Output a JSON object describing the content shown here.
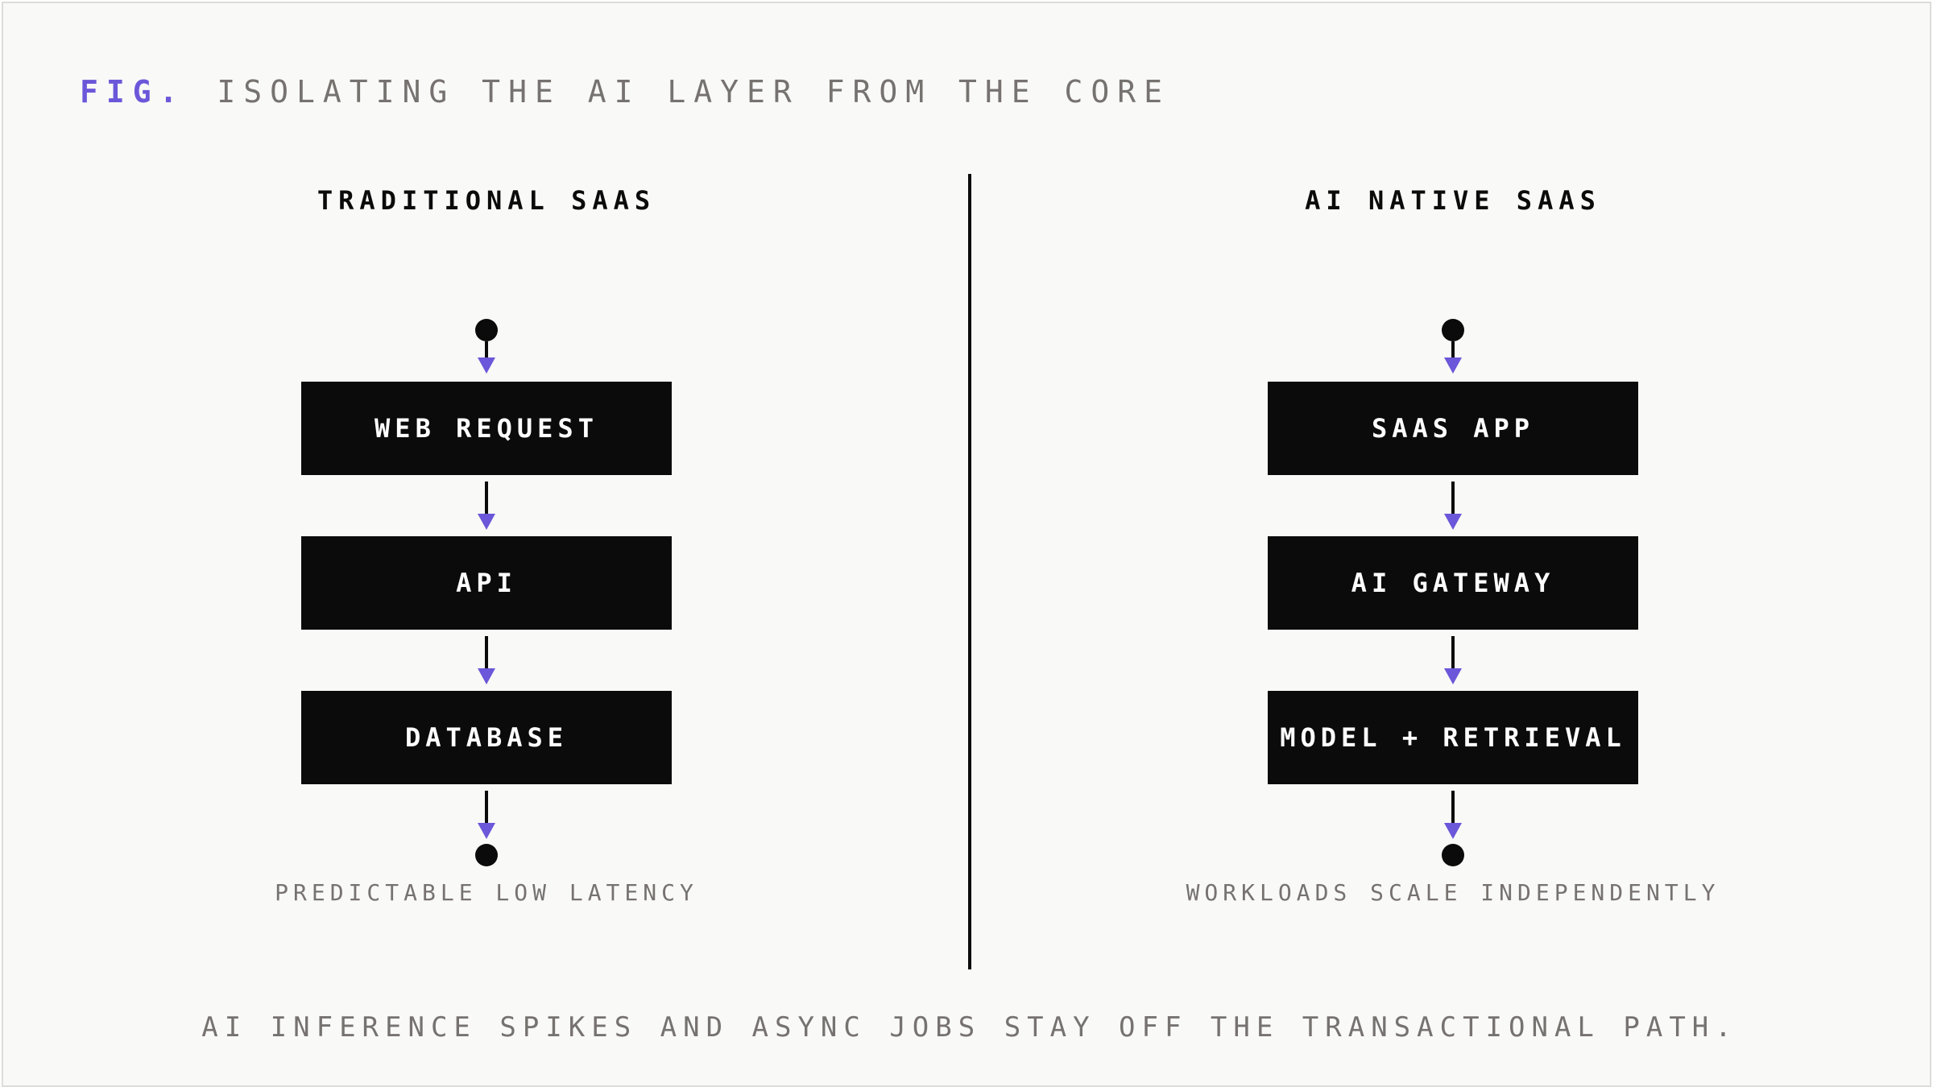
{
  "figure": {
    "prefix": "FIG.",
    "title": "ISOLATING THE AI LAYER FROM THE CORE",
    "footer": "AI INFERENCE SPIKES AND ASYNC JOBS STAY OFF THE TRANSACTIONAL PATH."
  },
  "columns": [
    {
      "title": "TRADITIONAL SAAS",
      "boxes": [
        "WEB REQUEST",
        "API",
        "DATABASE"
      ],
      "caption": "PREDICTABLE LOW LATENCY"
    },
    {
      "title": "AI NATIVE SAAS",
      "boxes": [
        "SAAS APP",
        "AI GATEWAY",
        "MODEL + RETRIEVAL"
      ],
      "caption": "WORKLOADS SCALE INDEPENDENTLY"
    }
  ],
  "colors": {
    "accent": "#6b57d9",
    "box": "#0b0b0b",
    "muted_text": "#767270",
    "background": "#f9f9f7"
  }
}
